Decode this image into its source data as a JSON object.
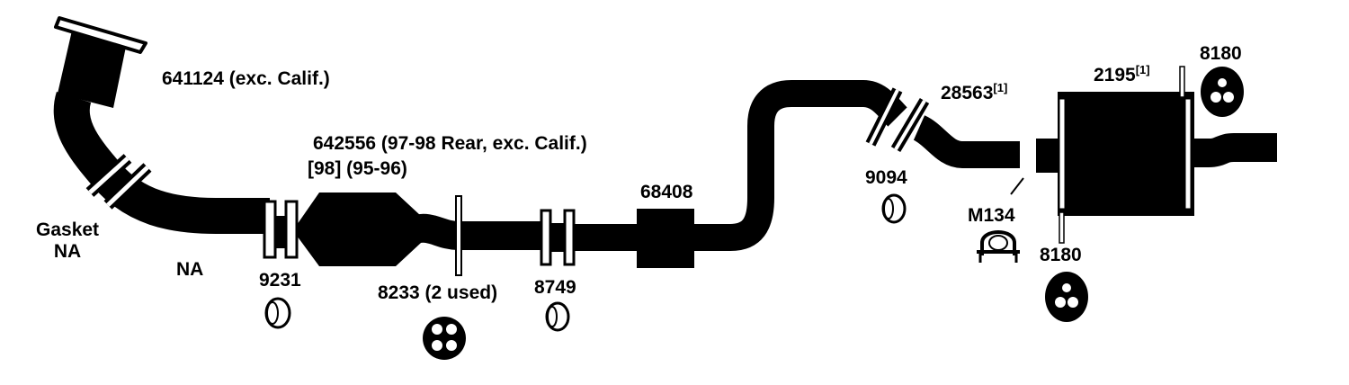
{
  "colors": {
    "ink": "#000000",
    "paper": "#ffffff"
  },
  "labels": {
    "cat_converter_front": "641124 (exc. Calif.)",
    "cat_converter_rear_line1": "642556 (97-98 Rear, exc. Calif.)",
    "cat_converter_rear_line2": "[98] (95-96)",
    "gasket_line1": "Gasket",
    "gasket_line2": "NA",
    "front_pipe": "NA",
    "gasket_9231": "9231",
    "hanger_8233": "8233 (2 used)",
    "gasket_8749": "8749",
    "resonator": "68408",
    "gasket_9094": "9094",
    "tailpipe": "28563",
    "tailpipe_ref": "[1]",
    "clamp": "M134",
    "muffler": "2195",
    "muffler_ref": "[1]",
    "hanger_top": "8180",
    "hanger_bottom": "8180"
  }
}
